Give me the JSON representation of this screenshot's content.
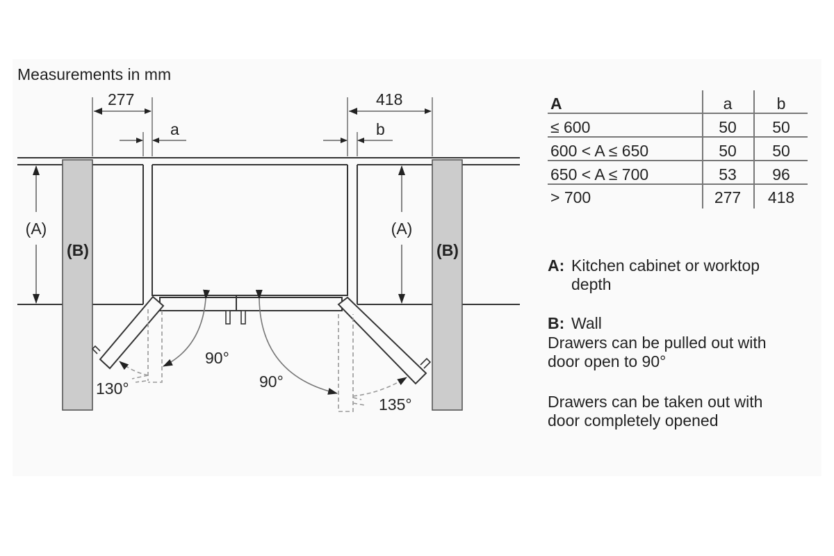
{
  "title": "Measurements in mm",
  "dimensions": {
    "left_width": "277",
    "right_width": "418",
    "gap_left": "a",
    "gap_right": "b"
  },
  "labels": {
    "a_label": "(A)",
    "b_label": "(B)",
    "left_open": "90°",
    "left_full": "130°",
    "right_open": "90°",
    "right_full": "135°"
  },
  "table": {
    "headers": [
      "A",
      "a",
      "b"
    ],
    "rows": [
      [
        "≤ 600",
        "50",
        "50"
      ],
      [
        "600 < A ≤ 650",
        "50",
        "50"
      ],
      [
        "650 < A ≤ 700",
        "53",
        "96"
      ],
      [
        "> 700",
        "277",
        "418"
      ]
    ]
  },
  "legend": {
    "a_key": "A:",
    "a_text_1": "Kitchen cabinet or worktop",
    "a_text_2": "depth",
    "b_key": "B:",
    "b_text": "Wall",
    "note1_1": "Drawers can be pulled out with",
    "note1_2": "door open to 90°",
    "note2_1": "Drawers can be taken out with",
    "note2_2": "door completely opened"
  },
  "colors": {
    "wall": "#cccccc",
    "panel": "#fafafa"
  }
}
